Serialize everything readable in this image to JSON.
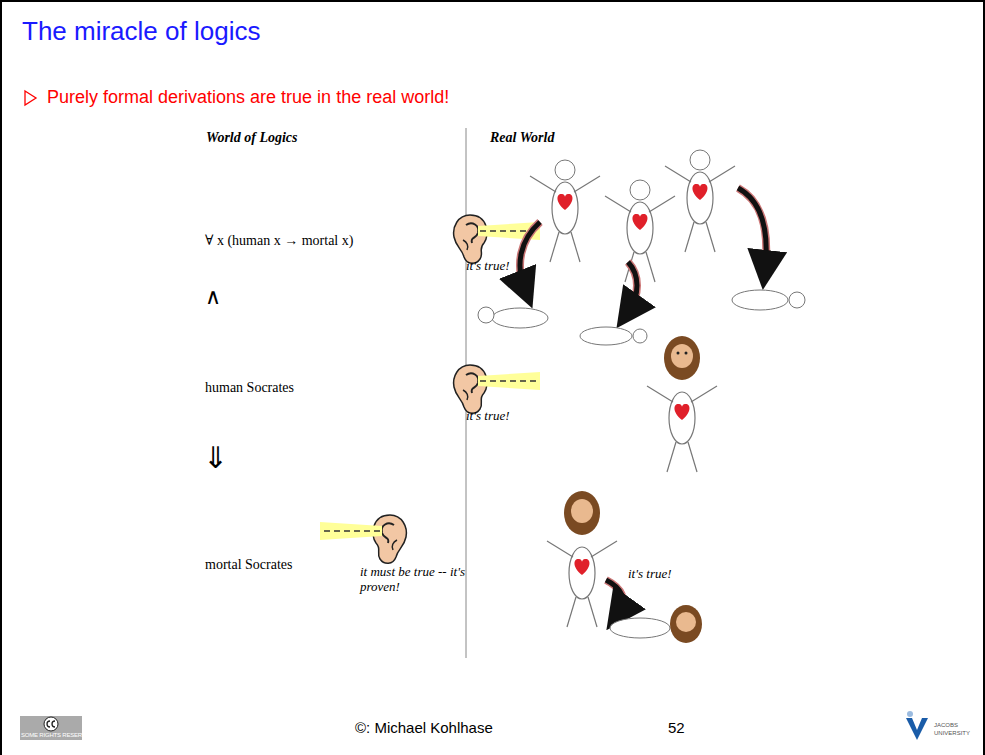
{
  "diagram": {
    "title": "The miracle of logics",
    "labels": [
      "Purely formal derivations are true in the real world!",
      "World of Logics",
      "Real World",
      "∀ x (human x → mortal x)",
      "it's true!",
      "∧",
      "human Socrates",
      "it's true!",
      "⇓",
      "mortal Socrates",
      "it must be true -- it's proven!",
      "it's true!",
      "©: Michael Kohlhase",
      "52",
      "SOME RIGHTS RESERVED",
      "JACOBS UNIVERSITY"
    ]
  }
}
